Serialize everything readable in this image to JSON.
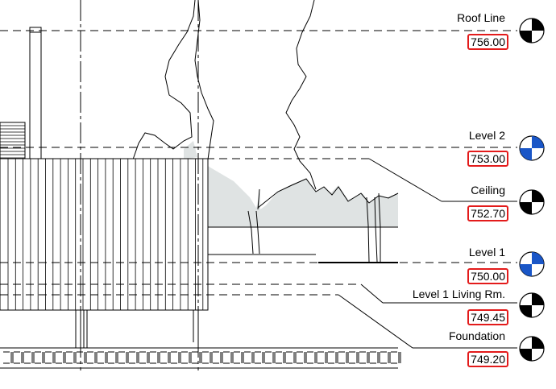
{
  "levels": [
    {
      "name": "Roof Line",
      "elevation": "756.00",
      "marker": "level-head-black"
    },
    {
      "name": "Level 2",
      "elevation": "753.00",
      "marker": "level-head-blue"
    },
    {
      "name": "Ceiling",
      "elevation": "752.70",
      "marker": "level-head-black"
    },
    {
      "name": "Level 1",
      "elevation": "750.00",
      "marker": "level-head-blue"
    },
    {
      "name": "Level 1 Living Rm.",
      "elevation": "749.45",
      "marker": "level-head-black"
    },
    {
      "name": "Foundation",
      "elevation": "749.20",
      "marker": "level-head-black"
    }
  ],
  "colors": {
    "line": "#000000",
    "highlight_box": "#e31b1b",
    "marker_blue": "#1a56c7",
    "foliage_fill": "#dfe3e3"
  }
}
